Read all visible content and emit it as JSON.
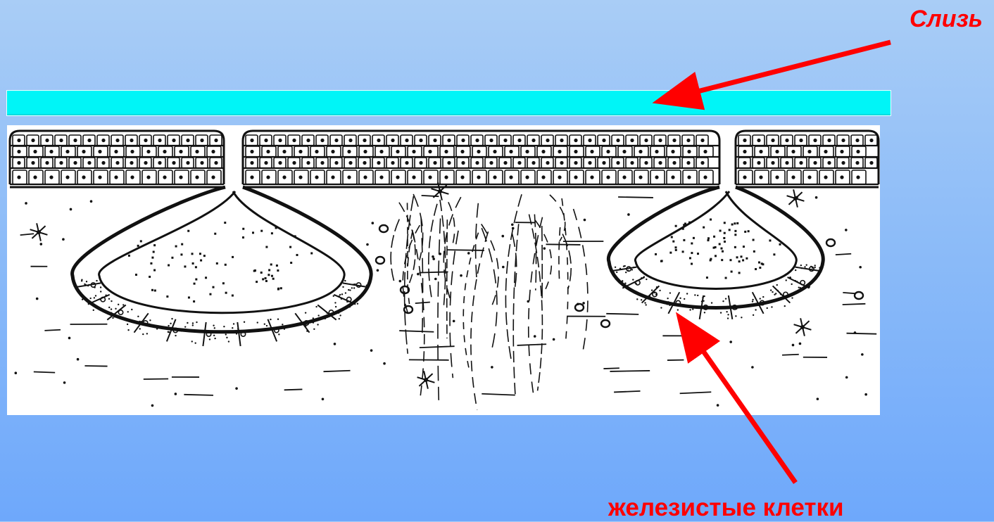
{
  "labels": {
    "mucus": "Слизь",
    "glandular_cells": "железистые клетки"
  },
  "colors": {
    "background_top": "#a9cdf6",
    "background_bottom": "#6ea8fb",
    "mucus_layer": "#00f5f7",
    "arrow": "#ff0000",
    "label": "#ff0000",
    "ink": "#111111",
    "paper": "#ffffff"
  },
  "diagram": {
    "subject": "epithelium with goblet glands",
    "glands": [
      {
        "name": "left-gland",
        "cell_count": 11
      },
      {
        "name": "right-gland",
        "cell_count": 9
      }
    ]
  }
}
